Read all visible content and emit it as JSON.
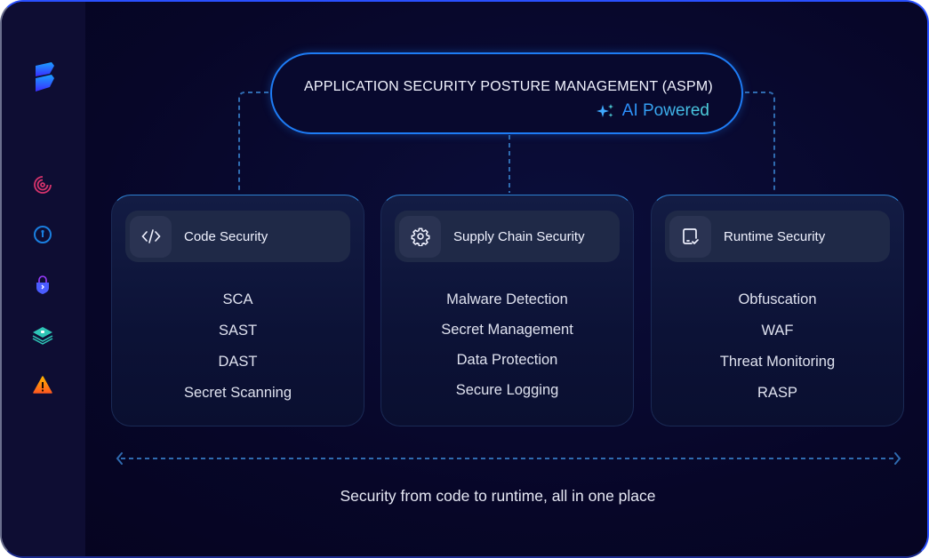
{
  "header": {
    "title": "APPLICATION SECURITY POSTURE MANAGEMENT (ASPM)",
    "badge": {
      "icon": "sparkles-icon",
      "label": "AI Powered"
    }
  },
  "sidebar": {
    "logo": "brand-logo",
    "items": [
      {
        "icon": "radar-icon",
        "color": "#d6336c"
      },
      {
        "icon": "keyhole-circle-icon",
        "color": "#1a7fe0"
      },
      {
        "icon": "shield-lock-icon",
        "color": "#7a3cff"
      },
      {
        "icon": "stacked-layers-icon",
        "color": "#2ec4b6"
      },
      {
        "icon": "warning-icon",
        "color": "#ff8a00"
      }
    ]
  },
  "cards": [
    {
      "title": "Code Security",
      "icon": "code-icon",
      "items": [
        "SCA",
        "SAST",
        "DAST",
        "Secret Scanning"
      ]
    },
    {
      "title": "Supply Chain Security",
      "icon": "gear-icon",
      "items": [
        "Malware Detection",
        "Secret Management",
        "Data Protection",
        "Secure Logging"
      ]
    },
    {
      "title": "Runtime Security",
      "icon": "device-check-icon",
      "items": [
        "Obfuscation",
        "WAF",
        "Threat Monitoring",
        "RASP"
      ]
    }
  ],
  "footer": {
    "tagline": "Security from code to runtime, all in one place"
  },
  "colors": {
    "accent": "#1e7cf5",
    "background": "#07062a",
    "card_header": "#1f2947"
  }
}
